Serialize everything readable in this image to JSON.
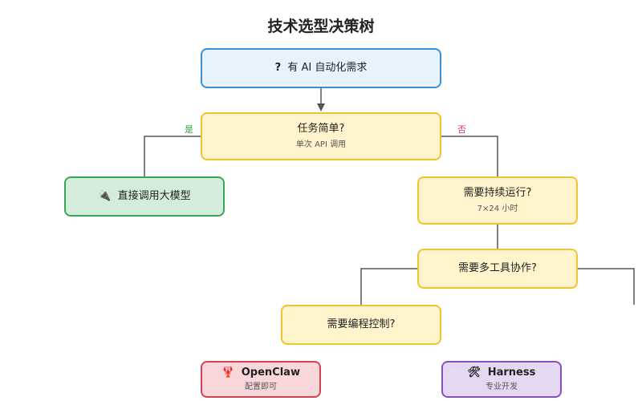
{
  "title": "技术选型决策树",
  "nodes": {
    "root": {
      "icon": "?",
      "icon_name": "question-icon",
      "label": "有 AI 自动化需求"
    },
    "q_simple": {
      "label": "任务简单?",
      "sub": "单次 API 调用"
    },
    "direct_model": {
      "icon": "🔌",
      "icon_name": "plug-icon",
      "label": "直接调用大模型"
    },
    "q_continuous": {
      "label": "需要持续运行?",
      "sub": "7×24 小时"
    },
    "q_multitool": {
      "label": "需要多工具协作?"
    },
    "q_programmatic": {
      "label": "需要编程控制?"
    },
    "openclaw": {
      "icon": "🦞",
      "icon_name": "lobster-icon",
      "label": "OpenClaw",
      "sub": "配置即可"
    },
    "harness": {
      "icon": "🛠",
      "icon_name": "tools-icon",
      "label": "Harness",
      "sub": "专业开发"
    }
  },
  "branch_labels": {
    "yes": "是",
    "no": "否"
  },
  "colors": {
    "blue_fill": "#e6f3fc",
    "blue_border": "#3b8fd4",
    "yellow_fill": "#fff4cc",
    "yellow_border": "#f2c230",
    "green_fill": "#d4eddb",
    "green_border": "#3aa655",
    "red_fill": "#f9d6d9",
    "red_border": "#d6424f",
    "purple_fill": "#e5d8f2",
    "purple_border": "#8a4fbf",
    "connector": "#555555"
  }
}
